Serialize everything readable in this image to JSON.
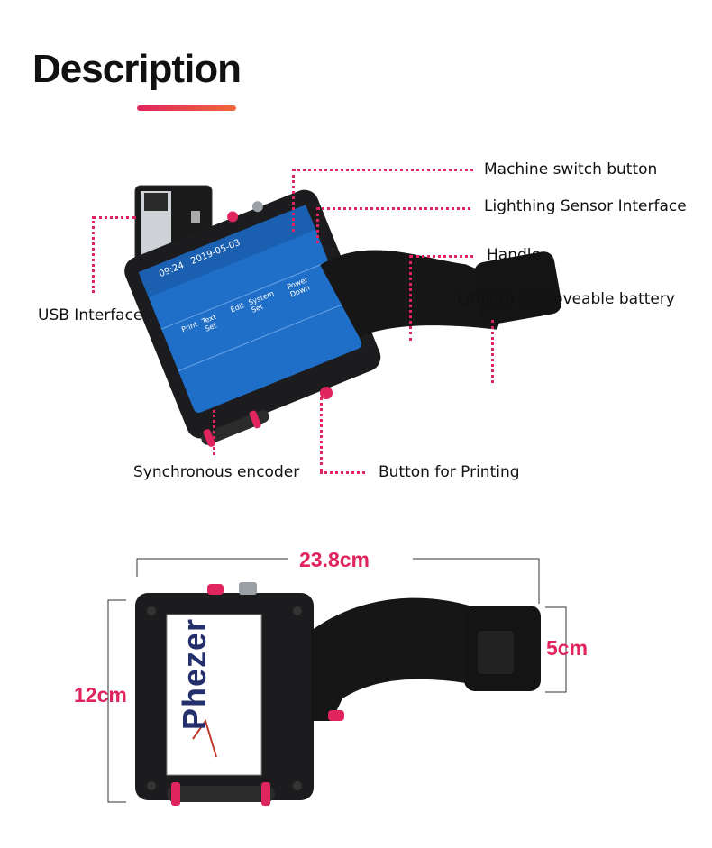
{
  "header": {
    "title": "Description"
  },
  "callouts": {
    "machine_switch": "Machine switch button",
    "light_sensor": "Lighthing Sensor Interface",
    "handle": "Handle",
    "battery": "Lithium Removeable battery",
    "usb": "USB Interface",
    "encoder": "Synchronous encoder",
    "print_button": "Button for Printing"
  },
  "screen": {
    "time": "09:24",
    "date": "2019-05-03",
    "menu": [
      "Print",
      "Text Set",
      "Edit",
      "System Set",
      "Power Down"
    ]
  },
  "dimensions": {
    "width": "23.8cm",
    "height": "12cm",
    "battery": "5cm"
  },
  "brand": {
    "logo_text": "Phezer"
  },
  "colors": {
    "accent": "#e0245e",
    "screen_blue": "#1f6fc9",
    "body": "#1c1c1e"
  }
}
